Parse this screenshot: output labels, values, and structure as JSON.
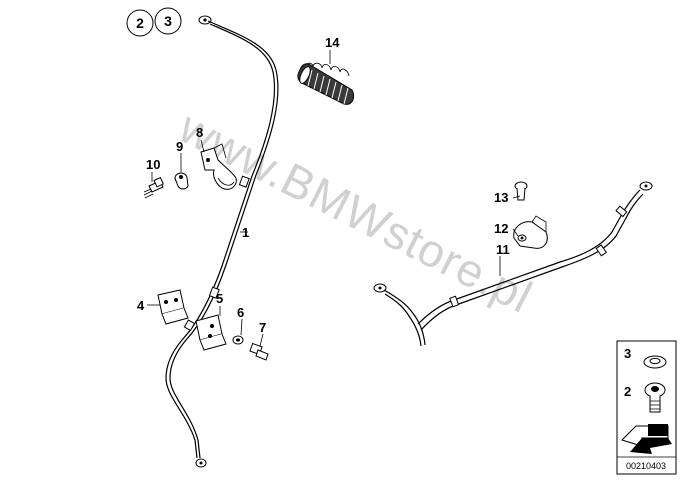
{
  "watermark": "www.BMWstore.pl",
  "header_refs": [
    "2",
    "3"
  ],
  "labels": [
    "1",
    "2",
    "3",
    "4",
    "5",
    "6",
    "7",
    "8",
    "9",
    "10",
    "11",
    "12",
    "13",
    "14"
  ],
  "legend": {
    "items": [
      "3",
      "2"
    ]
  },
  "diagram_code": "00210403"
}
